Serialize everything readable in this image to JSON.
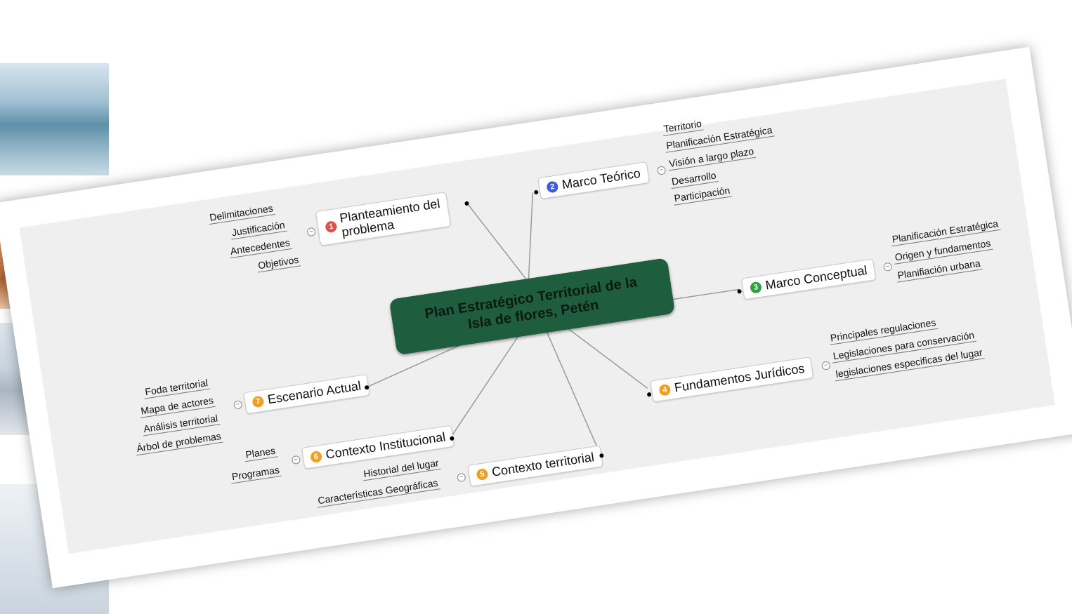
{
  "colors": {
    "central_bg": "#1e5e3e",
    "canvas_bg": "#efefef",
    "num_1": "#d9534f",
    "num_2": "#3b5bdb",
    "num_3": "#2f9e44",
    "num_4": "#f0a020",
    "num_5": "#f0a020",
    "num_6": "#f0a020",
    "num_7": "#f0a020"
  },
  "central": {
    "line1": "Plan Estratégico Territorial de la",
    "line2": "Isla de flores, Petén"
  },
  "topics": [
    {
      "number": "1",
      "label_line1": "Planteamiento del",
      "label_line2": "problema",
      "subtopics": [
        "Delimitaciones",
        "Justificación",
        "Antecedentes",
        "Objetivos"
      ]
    },
    {
      "number": "2",
      "label": "Marco Teórico",
      "subtopics": [
        "Territorio",
        "Planificación Estratégica",
        "Visión a largo plazo",
        "Desarrollo",
        "Participación"
      ]
    },
    {
      "number": "3",
      "label": "Marco Conceptual",
      "subtopics": [
        "Planificación Estratégica",
        "Origen y fundamentos",
        "Planifiación urbana"
      ]
    },
    {
      "number": "4",
      "label": "Fundamentos Jurídicos",
      "subtopics": [
        "Principales regulaciones",
        "Legislaciones para conservación",
        "legislaciones especificas del lugar"
      ]
    },
    {
      "number": "5",
      "label": "Contexto territorial",
      "subtopics": [
        "Historial del lugar",
        "Características Geográficas"
      ]
    },
    {
      "number": "6",
      "label": "Contexto Institucional",
      "subtopics": [
        "Planes",
        "Programas"
      ]
    },
    {
      "number": "7",
      "label": "Escenario Actual",
      "subtopics": [
        "Foda territorial",
        "Mapa de actores",
        "Análisis territorial",
        "Árbol de problemas"
      ]
    }
  ]
}
